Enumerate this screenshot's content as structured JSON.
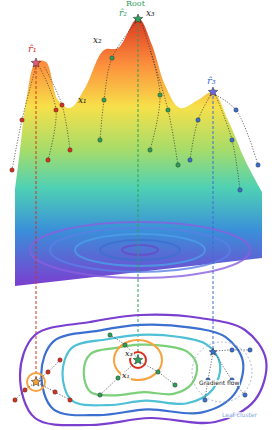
{
  "diagram": {
    "labels": [
      "Root",
      "r̂₂",
      "x₃",
      "r̂₁",
      "x₂",
      "x₁",
      "r̂₃",
      "x₃",
      "x₁",
      "Gradient flow",
      "Leaf cluster"
    ]
  }
}
